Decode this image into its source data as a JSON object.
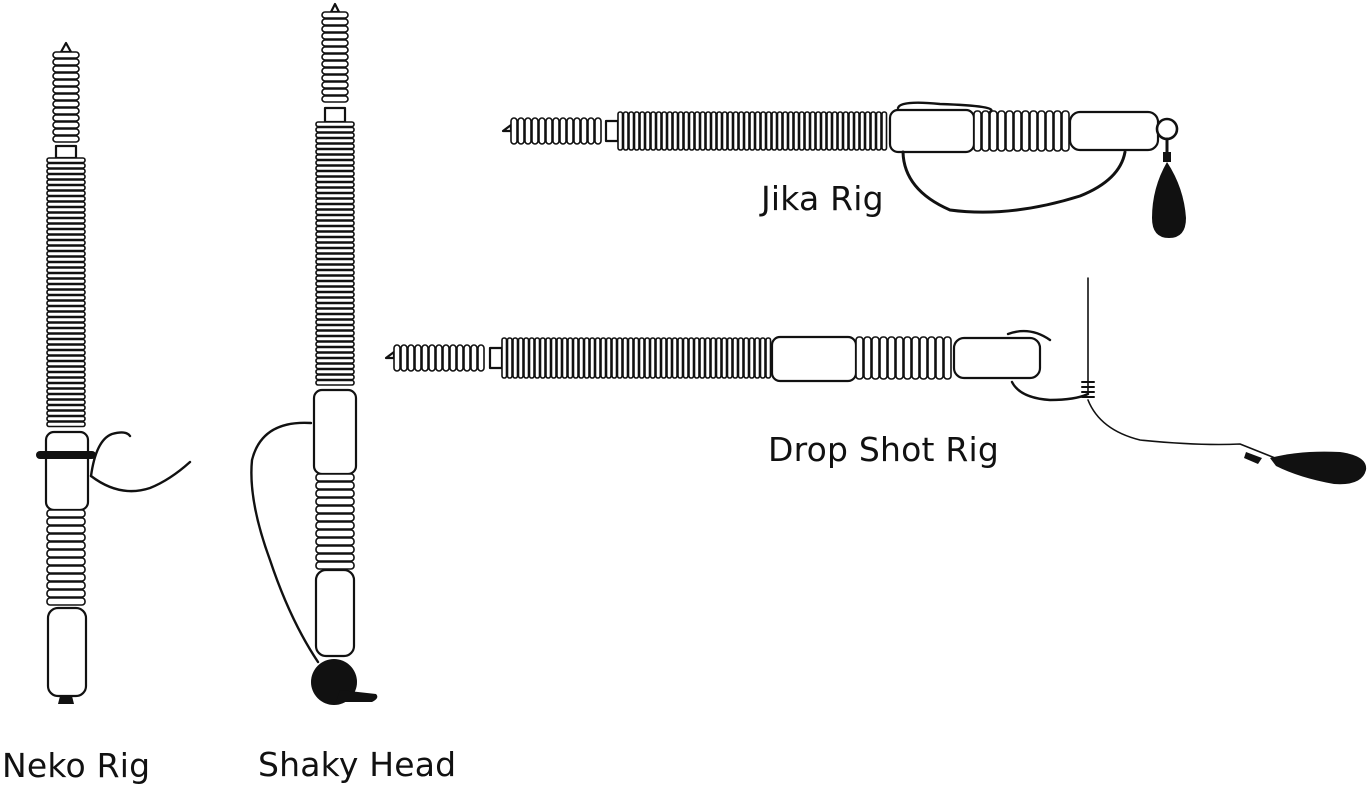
{
  "labels": {
    "neko": "Neko Rig",
    "shaky": "Shaky Head",
    "jika": "Jika Rig",
    "drop": "Drop Shot Rig"
  },
  "colors": {
    "ink": "#111111",
    "fill": "#ffffff"
  }
}
